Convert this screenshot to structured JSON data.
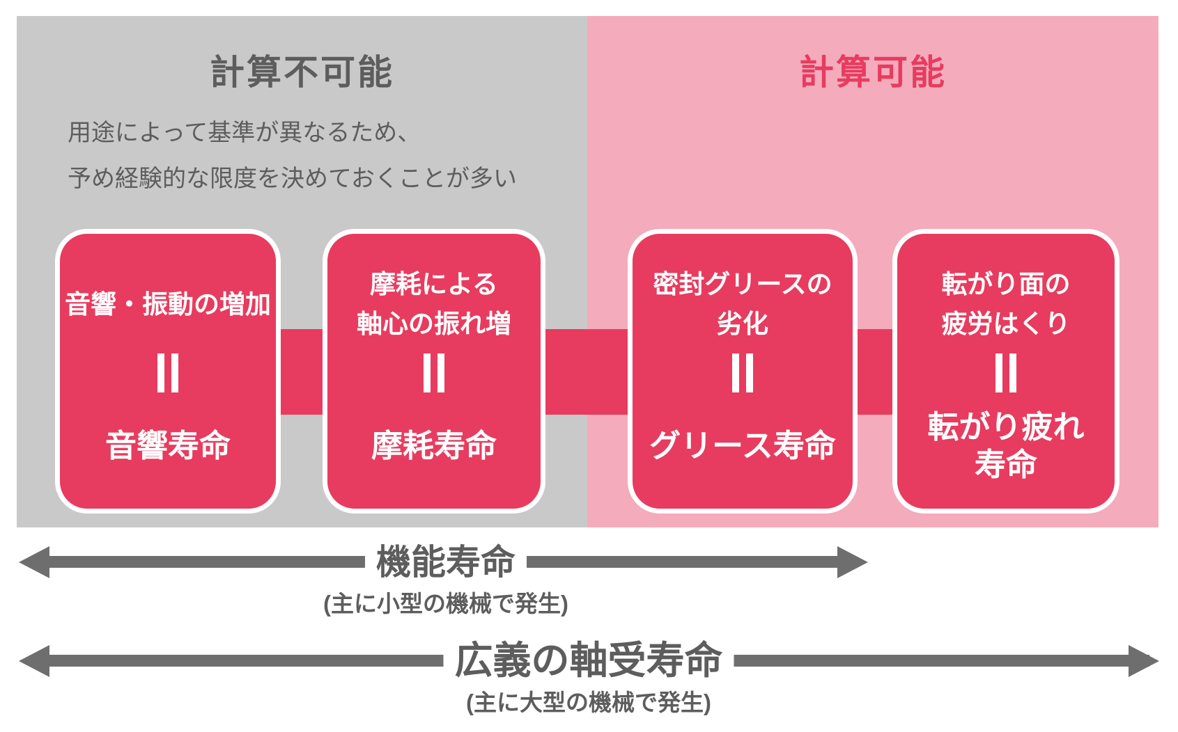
{
  "colors": {
    "accent_red": "#e73c5f",
    "panel_gray": "#c9c9c9",
    "panel_pink": "#f4abbc",
    "text_dark_gray": "#5d5d5d",
    "arrow_gray": "#6e6e6e",
    "box_text": "#ffffff"
  },
  "panels": {
    "left": {
      "title": "計算不可能",
      "note_line1": "用途によって基準が異なるため、",
      "note_line2": "予め経験的な限度を決めておくことが多い"
    },
    "right": {
      "title": "計算可能"
    }
  },
  "boxes": [
    {
      "top_lines": [
        "音響・振動の増加"
      ],
      "equals_icon": "double-bar",
      "bottom_lines": [
        "音響寿命"
      ]
    },
    {
      "top_lines": [
        "摩耗による",
        "軸心の振れ増"
      ],
      "equals_icon": "double-bar",
      "bottom_lines": [
        "摩耗寿命"
      ]
    },
    {
      "top_lines": [
        "密封グリースの",
        "劣化"
      ],
      "equals_icon": "double-bar",
      "bottom_lines": [
        "グリース寿命"
      ]
    },
    {
      "top_lines": [
        "転がり面の",
        "疲労はくり"
      ],
      "equals_icon": "double-bar",
      "bottom_lines": [
        "転がり疲れ",
        "寿命"
      ]
    }
  ],
  "arrows": [
    {
      "label": "機能寿命",
      "sublabel": "(主に小型の機械で発生)"
    },
    {
      "label": "広義の軸受寿命",
      "sublabel": "(主に大型の機械で発生)"
    }
  ]
}
